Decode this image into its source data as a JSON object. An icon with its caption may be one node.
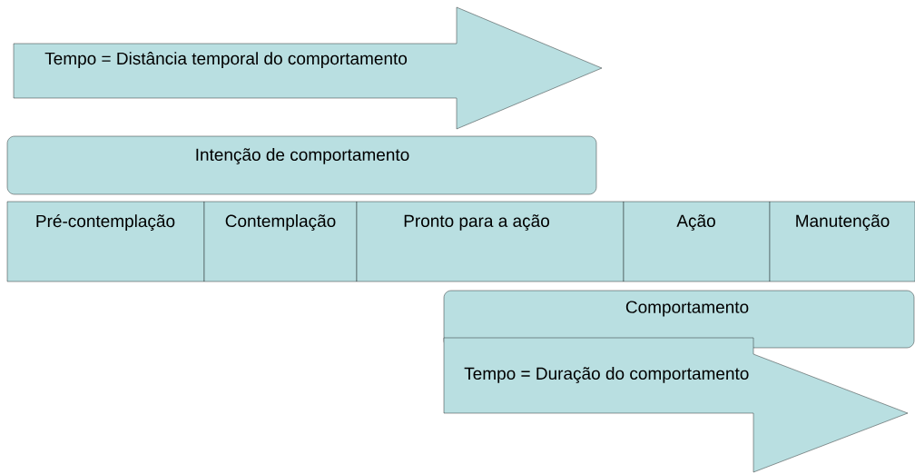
{
  "diagram": {
    "nodes": [
      {
        "text": [
          "Tempo = Distância temporal do comportamento"
        ]
      },
      {
        "text": [
          "Intenção de comportamento"
        ]
      },
      {
        "text": [
          "Pré-contemplação"
        ]
      },
      {
        "text": [
          "Contemplação"
        ]
      },
      {
        "text": [
          "Pronto para a ação"
        ]
      },
      {
        "text": [
          "Ação"
        ]
      },
      {
        "text": [
          "Manutenção"
        ]
      },
      {
        "text": [
          "Comportamento"
        ]
      },
      {
        "text": [
          "Tempo = Duração do comportamento"
        ]
      }
    ]
  }
}
